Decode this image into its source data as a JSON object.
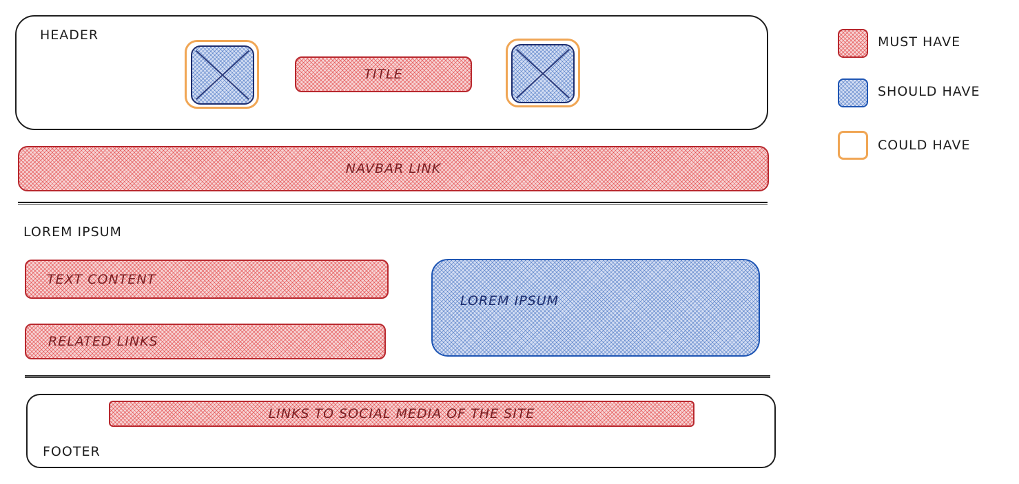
{
  "header": {
    "label": "HEADER",
    "title": "TITLE"
  },
  "navbar": {
    "label": "NAVBAR LINK"
  },
  "main": {
    "heading": "LOREM IPSUM",
    "text_content": "TEXT CONTENT",
    "related_links": "RELATED LINKS",
    "aside": "LOREM IPSUM"
  },
  "footer": {
    "social_links": "LINKS TO SOCIAL MEDIA OF THE SITE",
    "label": "FOOTER"
  },
  "legend": {
    "items": [
      {
        "label": "MUST HAVE",
        "color": "#e03131"
      },
      {
        "label": "SHOULD HAVE",
        "color": "#1f56b4"
      },
      {
        "label": "COULD HAVE",
        "color": "#f0a655"
      }
    ]
  }
}
